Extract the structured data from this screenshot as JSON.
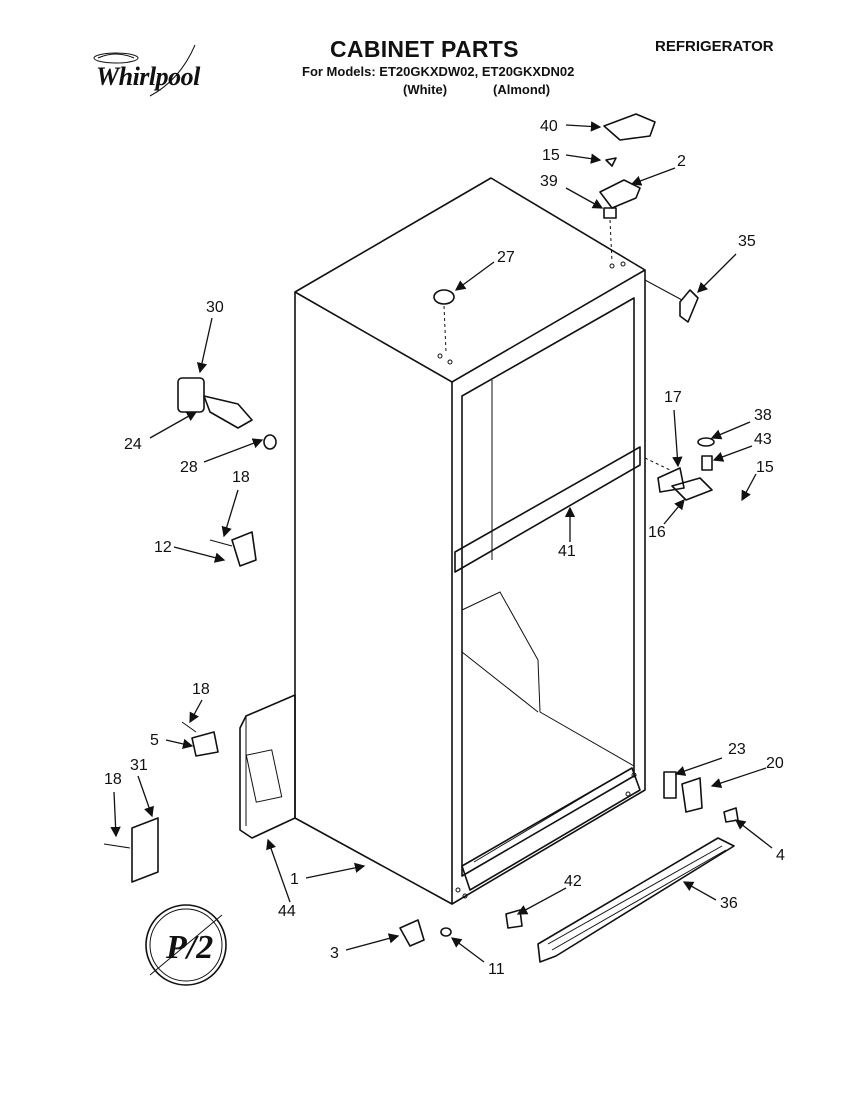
{
  "header": {
    "title": "CABINET PARTS",
    "models_line": "For Models: ET20GKXDW02, ET20GKXDN02",
    "color_white": "(White)",
    "color_almond": "(Almond)",
    "category": "REFRIGERATOR",
    "brand": "Whirlpool"
  },
  "parts": {
    "p1": "1",
    "p2": "2",
    "p3": "3",
    "p4": "4",
    "p5": "5",
    "p11": "11",
    "p12": "12",
    "p15a": "15",
    "p15b": "15",
    "p16": "16",
    "p17": "17",
    "p18a": "18",
    "p18b": "18",
    "p18c": "18",
    "p20": "20",
    "p23": "23",
    "p24": "24",
    "p27": "27",
    "p28": "28",
    "p30": "30",
    "p31": "31",
    "p35": "35",
    "p36": "36",
    "p38": "38",
    "p39": "39",
    "p40": "40",
    "p41": "41",
    "p42": "42",
    "p43": "43",
    "p44": "44"
  },
  "logo_mark": "P/2"
}
